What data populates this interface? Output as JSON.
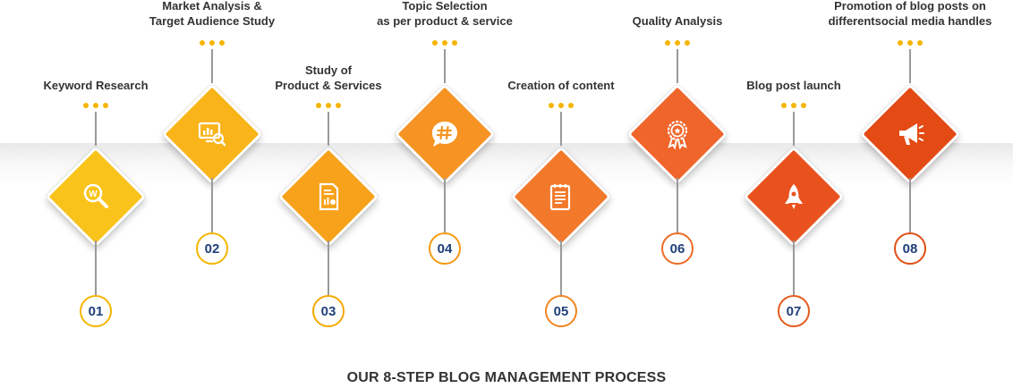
{
  "steps": [
    {
      "number": "01",
      "label_lines": [
        "Keyword Research"
      ],
      "icon": "magnifier-w-icon",
      "color": "#f9c31b",
      "number_border": "#f5b400"
    },
    {
      "number": "02",
      "label_lines": [
        "Market Analysis &",
        "Target Audience Study"
      ],
      "icon": "monitor-chart-search-icon",
      "color": "#f9b41a",
      "number_border": "#f5b400"
    },
    {
      "number": "03",
      "label_lines": [
        "Study of",
        "Product & Services"
      ],
      "icon": "document-chart-icon",
      "color": "#f7a21a",
      "number_border": "#f5a800"
    },
    {
      "number": "04",
      "label_lines": [
        "Topic Selection",
        "as per product & service"
      ],
      "icon": "hashtag-bubble-icon",
      "color": "#f69322",
      "number_border": "#f49a10"
    },
    {
      "number": "05",
      "label_lines": [
        "Creation of content"
      ],
      "icon": "notepad-pen-icon",
      "color": "#f2782a",
      "number_border": "#f08620"
    },
    {
      "number": "06",
      "label_lines": [
        "Quality Analysis"
      ],
      "icon": "award-ribbon-icon",
      "color": "#ef652a",
      "number_border": "#ec6c24"
    },
    {
      "number": "07",
      "label_lines": [
        "Blog post launch"
      ],
      "icon": "rocket-icon",
      "color": "#e9521e",
      "number_border": "#e65a1c"
    },
    {
      "number": "08",
      "label_lines": [
        "Promotion of blog posts on",
        "differentsocial media handles"
      ],
      "icon": "megaphone-icon",
      "color": "#e34a14",
      "number_border": "#e04e14"
    }
  ],
  "footer": {
    "title": "OUR 8-STEP BLOG MANAGEMENT PROCESS"
  }
}
